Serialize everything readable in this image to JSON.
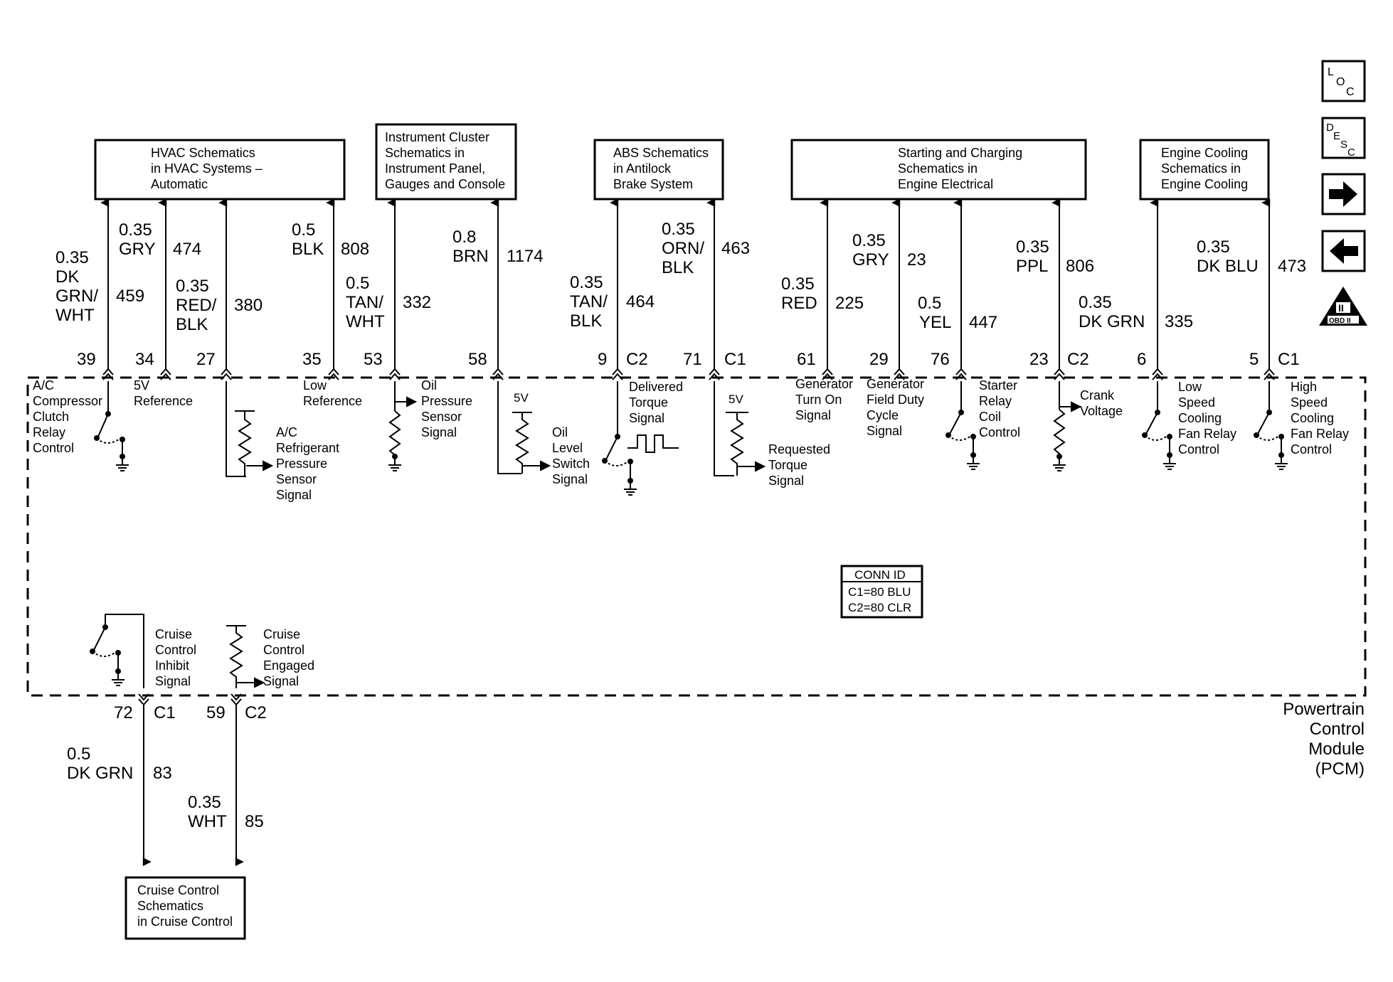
{
  "boxes": [
    {
      "id": "hvac",
      "lines": [
        "HVAC Schematics",
        "in HVAC Systems –",
        "Automatic"
      ]
    },
    {
      "id": "ic",
      "lines": [
        "Instrument Cluster",
        "Schematics in",
        "Instrument Panel,",
        "Gauges and Console"
      ]
    },
    {
      "id": "abs",
      "lines": [
        "ABS Schematics",
        "in Antilock",
        "Brake System"
      ]
    },
    {
      "id": "sc",
      "lines": [
        "Starting and Charging",
        "Schematics in",
        "Engine Electrical"
      ]
    },
    {
      "id": "ec",
      "lines": [
        "Engine Cooling",
        "Schematics in",
        "Engine Cooling"
      ]
    },
    {
      "id": "cc",
      "lines": [
        "Cruise Control",
        "Schematics",
        "in Cruise Control"
      ]
    }
  ],
  "wires": [
    {
      "size": [
        "0.35",
        "DK",
        "GRN/",
        "WHT"
      ],
      "circuit": "459",
      "pin": "39",
      "conn": ""
    },
    {
      "size": [
        "0.35",
        "GRY"
      ],
      "circuit": "474",
      "pin": "34",
      "conn": ""
    },
    {
      "size": [
        "0.35",
        "RED/",
        "BLK"
      ],
      "circuit": "380",
      "pin": "27",
      "conn": ""
    },
    {
      "size": [
        "0.5",
        "BLK"
      ],
      "circuit": "808",
      "pin": "35",
      "conn": ""
    },
    {
      "size": [
        "0.5",
        "TAN/",
        "WHT"
      ],
      "circuit": "332",
      "pin": "53",
      "conn": ""
    },
    {
      "size": [
        "0.8",
        "BRN"
      ],
      "circuit": "1174",
      "pin": "58",
      "conn": ""
    },
    {
      "size": [
        "0.35",
        "TAN/",
        "BLK"
      ],
      "circuit": "464",
      "pin": "9",
      "conn": "C2"
    },
    {
      "size": [
        "0.35",
        "ORN/",
        "BLK"
      ],
      "circuit": "463",
      "pin": "71",
      "conn": "C1"
    },
    {
      "size": [
        "0.35",
        "RED"
      ],
      "circuit": "225",
      "pin": "61",
      "conn": ""
    },
    {
      "size": [
        "0.35",
        "GRY"
      ],
      "circuit": "23",
      "pin": "29",
      "conn": ""
    },
    {
      "size": [
        "0.5",
        "YEL"
      ],
      "circuit": "447",
      "pin": "76",
      "conn": ""
    },
    {
      "size": [
        "0.35",
        "PPL"
      ],
      "circuit": "806",
      "pin": "23",
      "conn": "C2"
    },
    {
      "size": [
        "0.35",
        "DK GRN"
      ],
      "circuit": "335",
      "pin": "6",
      "conn": ""
    },
    {
      "size": [
        "0.35",
        "DK BLU"
      ],
      "circuit": "473",
      "pin": "5",
      "conn": "C1"
    },
    {
      "size": [
        "0.5",
        "DK GRN"
      ],
      "circuit": "83",
      "pin": "72",
      "conn": "C1"
    },
    {
      "size": [
        "0.35",
        "WHT"
      ],
      "circuit": "85",
      "pin": "59",
      "conn": "C2"
    }
  ],
  "signals": [
    {
      "lines": [
        "A/C",
        "Compressor",
        "Clutch",
        "Relay",
        "Control"
      ]
    },
    {
      "lines": [
        "5V",
        "Reference"
      ]
    },
    {
      "lines": [
        "A/C",
        "Refrigerant",
        "Pressure",
        "Sensor",
        "Signal"
      ]
    },
    {
      "lines": [
        "Low",
        "Reference"
      ]
    },
    {
      "lines": [
        "Oil",
        "Pressure",
        "Sensor",
        "Signal"
      ]
    },
    {
      "lines": [
        "Oil",
        "Level",
        "Switch",
        "Signal"
      ]
    },
    {
      "lines": [
        "Delivered",
        "Torque",
        "Signal"
      ]
    },
    {
      "lines": [
        "Requested",
        "Torque",
        "Signal"
      ]
    },
    {
      "lines": [
        "Generator",
        "Turn On",
        "Signal"
      ]
    },
    {
      "lines": [
        "Generator",
        "Field Duty",
        "Cycle",
        "Signal"
      ]
    },
    {
      "lines": [
        "Starter",
        "Relay",
        "Coil",
        "Control"
      ]
    },
    {
      "lines": [
        "Crank",
        "Voltage"
      ]
    },
    {
      "lines": [
        "Low",
        "Speed",
        "Cooling",
        "Fan Relay",
        "Control"
      ]
    },
    {
      "lines": [
        "High",
        "Speed",
        "Cooling",
        "Fan Relay",
        "Control"
      ]
    },
    {
      "lines": [
        "Cruise",
        "Control",
        "Inhibit",
        "Signal"
      ]
    },
    {
      "lines": [
        "Cruise",
        "Control",
        "Engaged",
        "Signal"
      ]
    }
  ],
  "five_v": "5V",
  "conn_id": {
    "title": "CONN ID",
    "c1": "C1=80 BLU",
    "c2": "C2=80 CLR"
  },
  "module": [
    "Powertrain",
    "Control",
    "Module",
    "(PCM)"
  ],
  "nav": {
    "loc": "LOC",
    "desc": "DESC",
    "obd": "OBD II",
    "obd_mark": "II"
  }
}
